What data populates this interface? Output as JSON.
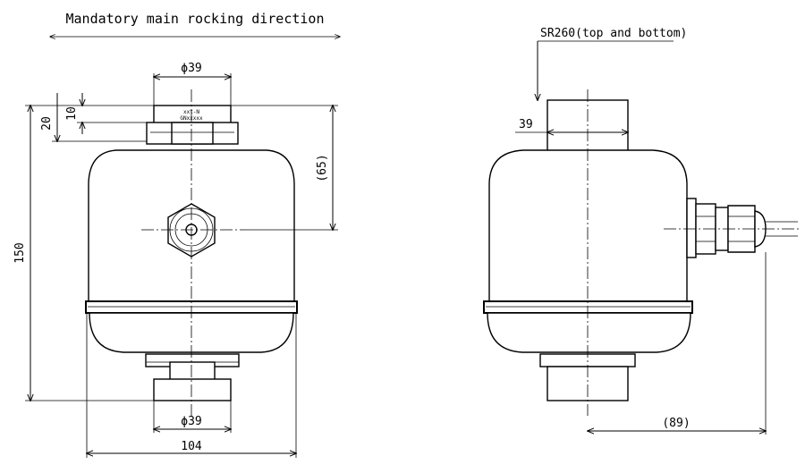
{
  "header": {
    "title": "Mandatory main rocking direction"
  },
  "front_view": {
    "top_diameter": "ϕ39",
    "bottom_diameter": "ϕ39",
    "dim_20": "20",
    "dim_10": "10",
    "dim_65": "(65)",
    "dim_150": "150",
    "dim_104": "104",
    "label_line1": "xxt-N",
    "label_line2": "GNxxxxx"
  },
  "side_view": {
    "radius_note": "SR260(top and bottom)",
    "dim_39": "39",
    "dim_89": "(89)"
  },
  "colors": {
    "line": "#000000",
    "background": "#ffffff"
  }
}
